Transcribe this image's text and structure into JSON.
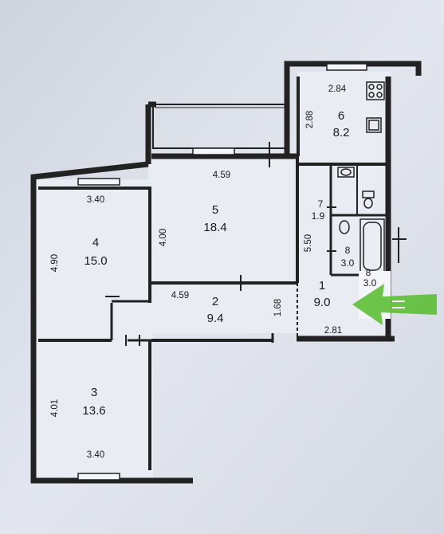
{
  "rooms": [
    {
      "id": "1",
      "number": "1",
      "area": "9.0"
    },
    {
      "id": "2",
      "number": "2",
      "area": "9.4"
    },
    {
      "id": "3",
      "number": "3",
      "area": "13.6"
    },
    {
      "id": "4",
      "number": "4",
      "area": "15.0"
    },
    {
      "id": "5",
      "number": "5",
      "area": "18.4"
    },
    {
      "id": "6",
      "number": "6",
      "area": "8.2"
    },
    {
      "id": "7",
      "number": "7",
      "area": "1.9"
    },
    {
      "id": "8a",
      "number": "8",
      "area": "3.0"
    },
    {
      "id": "8b",
      "number": "8",
      "area": "3.0"
    }
  ],
  "dimensions": {
    "kitchen_width": "2.84",
    "kitchen_height": "2.88",
    "living_width": "4.59",
    "living_height": "4.00",
    "room4_width": "3.40",
    "room4_height": "4.90",
    "corridor_width": "4.59",
    "corridor_height": "1.68",
    "hall_height": "5.50",
    "hall_width": "2.81",
    "room3_height": "4.01",
    "room3_width": "3.40"
  },
  "colors": {
    "background": "#d9dde6",
    "wall": "#222222",
    "arrow": "#5fbf3a",
    "highlight": "#f4f6fb"
  },
  "icons": [
    "stove-icon",
    "sink-icon",
    "bathtub-icon",
    "toilet-icon",
    "washbasin-icon",
    "arrow-icon"
  ]
}
